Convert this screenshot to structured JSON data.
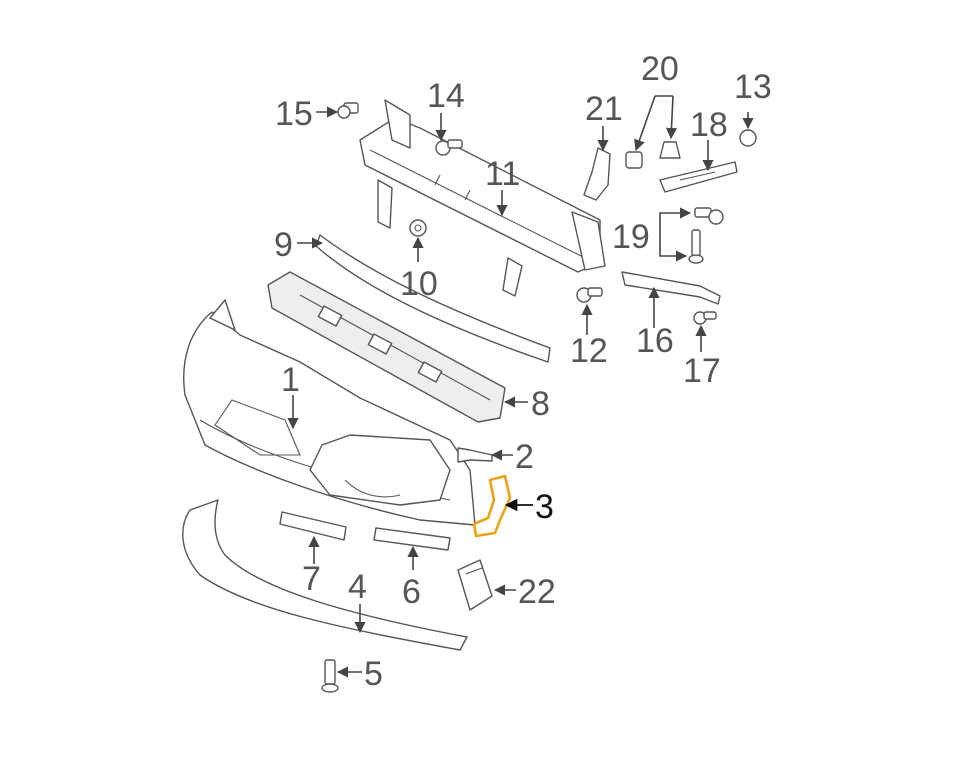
{
  "diagram": {
    "highlight_color": "#e8a317",
    "line_color": "#555555",
    "callouts": [
      {
        "id": "c1",
        "label": "1"
      },
      {
        "id": "c2",
        "label": "2"
      },
      {
        "id": "c3",
        "label": "3"
      },
      {
        "id": "c4",
        "label": "4"
      },
      {
        "id": "c5",
        "label": "5"
      },
      {
        "id": "c6",
        "label": "6"
      },
      {
        "id": "c7",
        "label": "7"
      },
      {
        "id": "c8",
        "label": "8"
      },
      {
        "id": "c9",
        "label": "9"
      },
      {
        "id": "c10",
        "label": "10"
      },
      {
        "id": "c11",
        "label": "11"
      },
      {
        "id": "c12",
        "label": "12"
      },
      {
        "id": "c13",
        "label": "13"
      },
      {
        "id": "c14",
        "label": "14"
      },
      {
        "id": "c15",
        "label": "15"
      },
      {
        "id": "c16",
        "label": "16"
      },
      {
        "id": "c17",
        "label": "17"
      },
      {
        "id": "c18",
        "label": "18"
      },
      {
        "id": "c19",
        "label": "19"
      },
      {
        "id": "c20",
        "label": "20"
      },
      {
        "id": "c21",
        "label": "21"
      },
      {
        "id": "c22",
        "label": "22"
      }
    ]
  }
}
